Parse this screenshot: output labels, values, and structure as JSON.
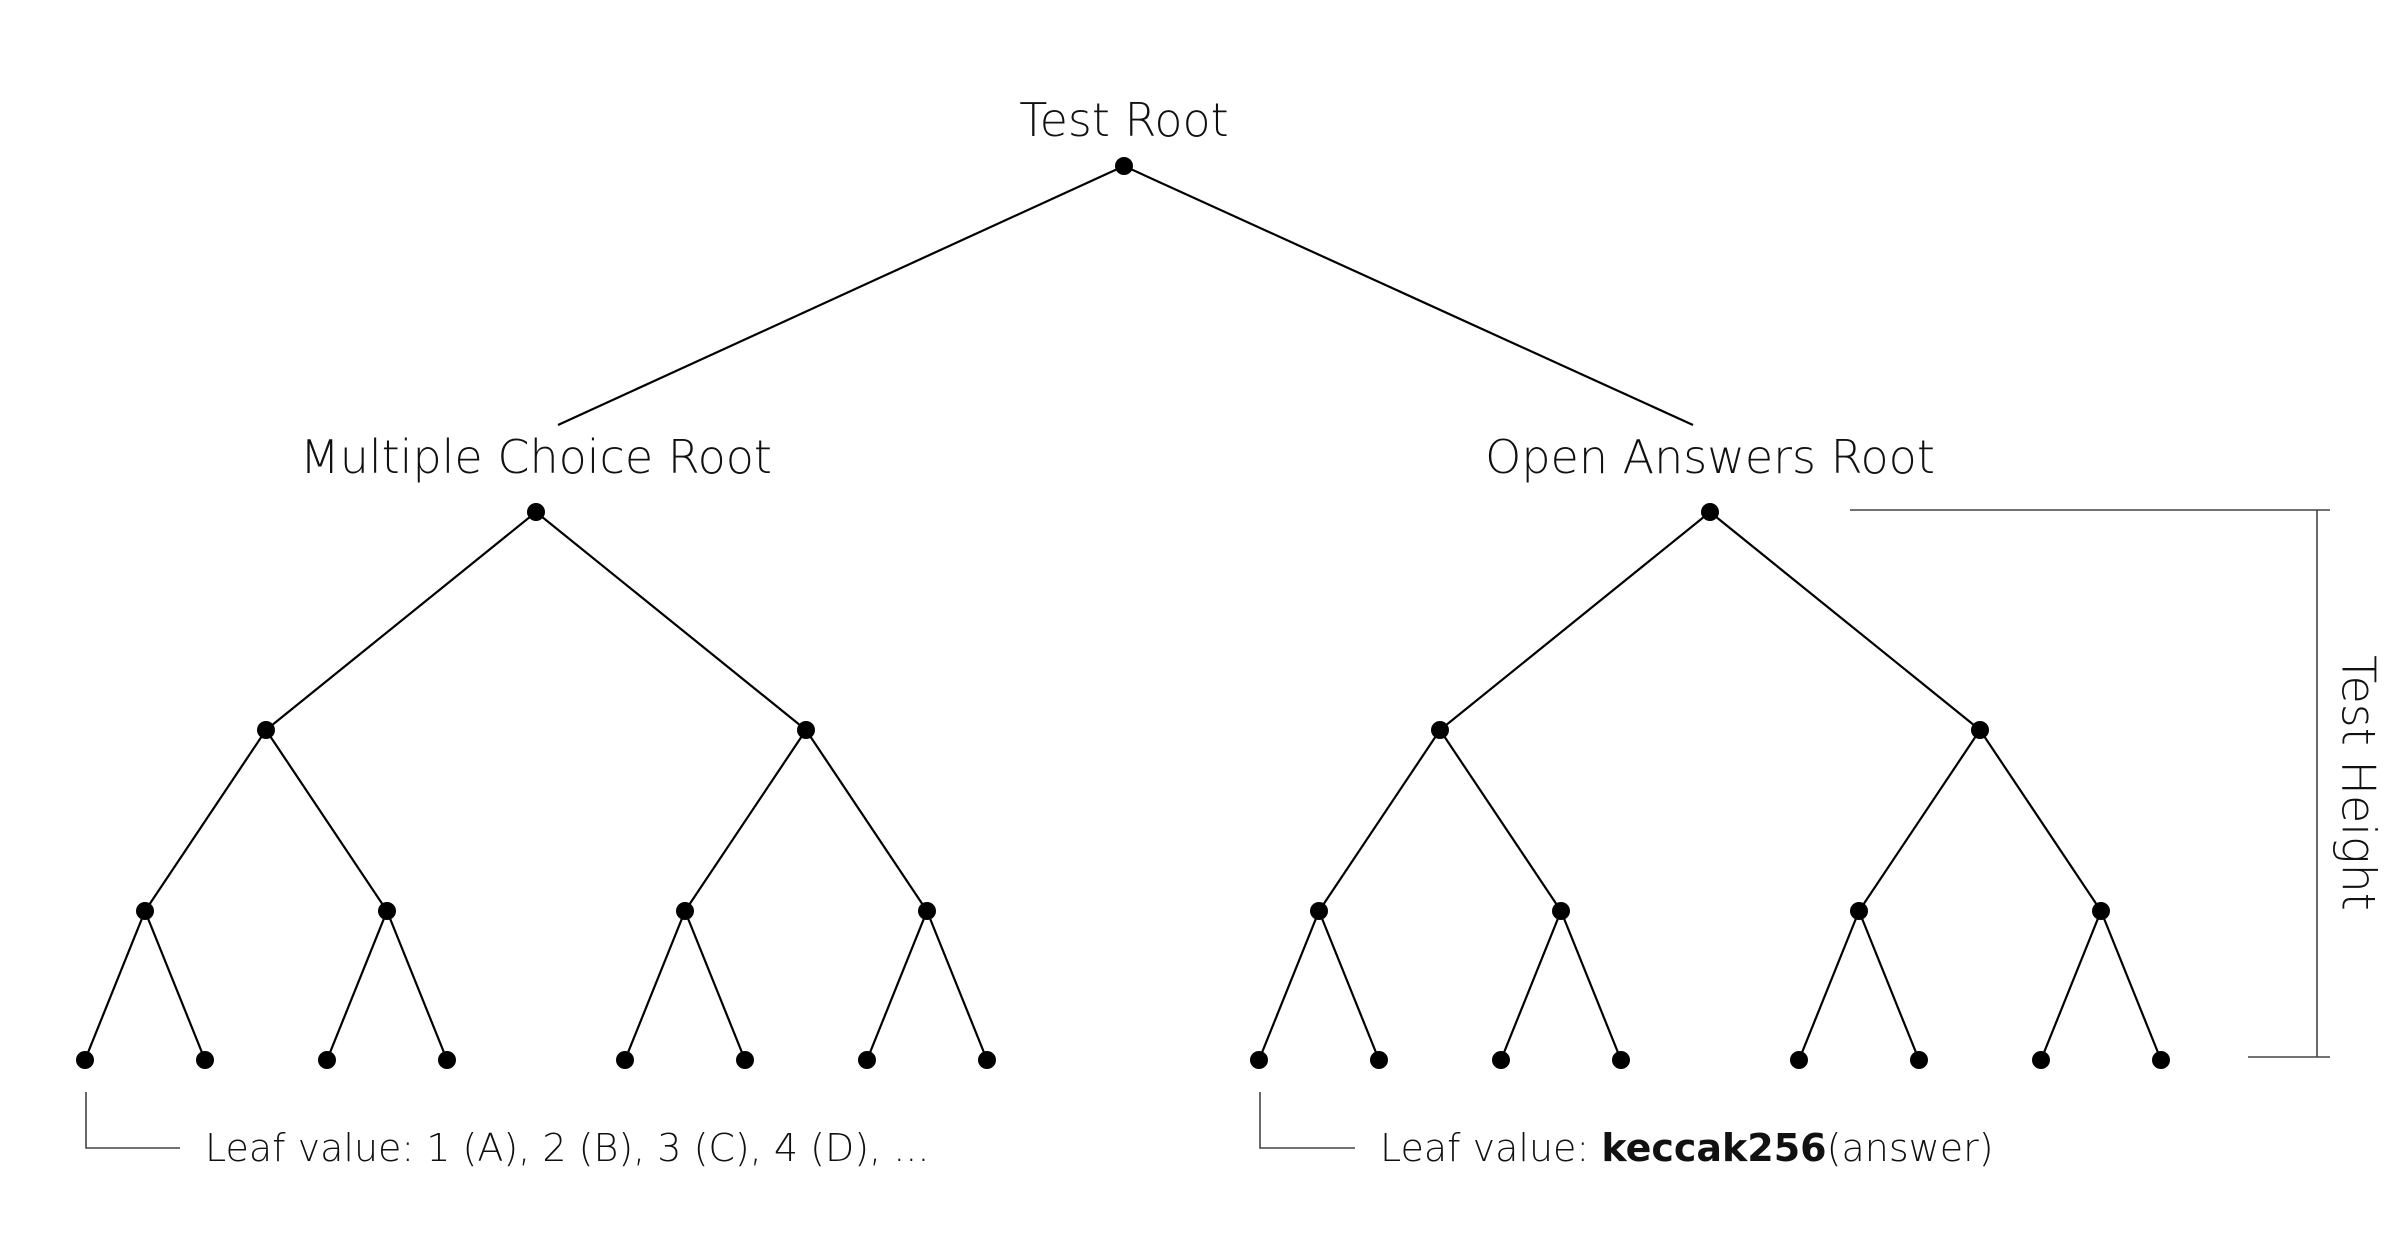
{
  "diagram": {
    "root_label": "Test Root",
    "left_subtree_label": "Multiple Choice Root",
    "right_subtree_label": "Open Answers Root",
    "height_label": "Test Height",
    "left_leaf_note": "Leaf value: 1 (A), 2 (B), 3 (C), 4 (D), ...",
    "right_leaf_note_prefix": "Leaf value: ",
    "right_leaf_note_bold": "keccak256",
    "right_leaf_note_suffix": "(answer)"
  }
}
